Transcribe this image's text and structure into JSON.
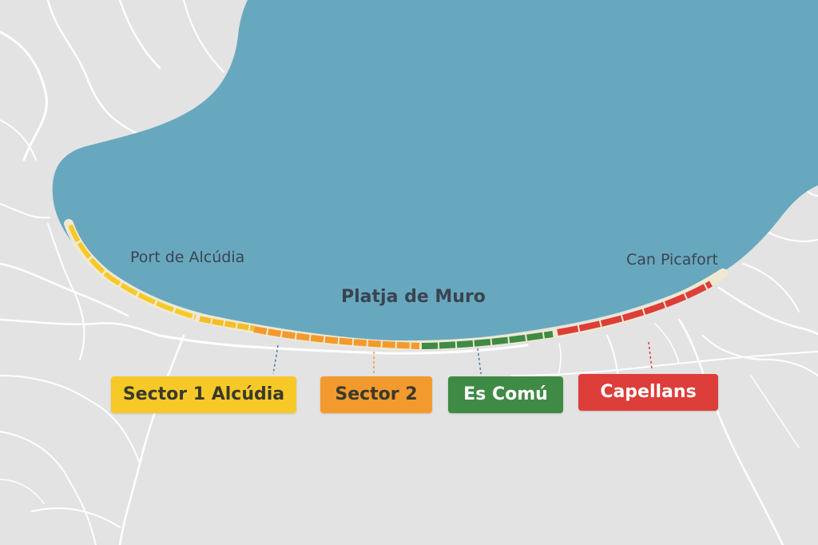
{
  "map": {
    "places": {
      "port_de_alcudia": "Port de Alcúdia",
      "platja_de_muro": "Platja de Muro",
      "can_picafort": "Can Picafort"
    },
    "sectors": [
      {
        "id": "sector-1-alcudia",
        "label": "Sector 1 Alcúdia",
        "color": "#f6c928",
        "text_color": "#3a3a2a"
      },
      {
        "id": "sector-2",
        "label": "Sector 2",
        "color": "#f39a2e",
        "text_color": "#3a3a2a"
      },
      {
        "id": "es-comu",
        "label": "Es Comú",
        "color": "#3f8a45",
        "text_color": "#ffffff"
      },
      {
        "id": "capellans",
        "label": "Capellans",
        "color": "#dd3e3a",
        "text_color": "#ffffff"
      }
    ],
    "colors": {
      "sea": "#68a8bf",
      "land": "#e3e3e3",
      "roads": "#ffffff",
      "sand": "#efe9d2"
    }
  }
}
